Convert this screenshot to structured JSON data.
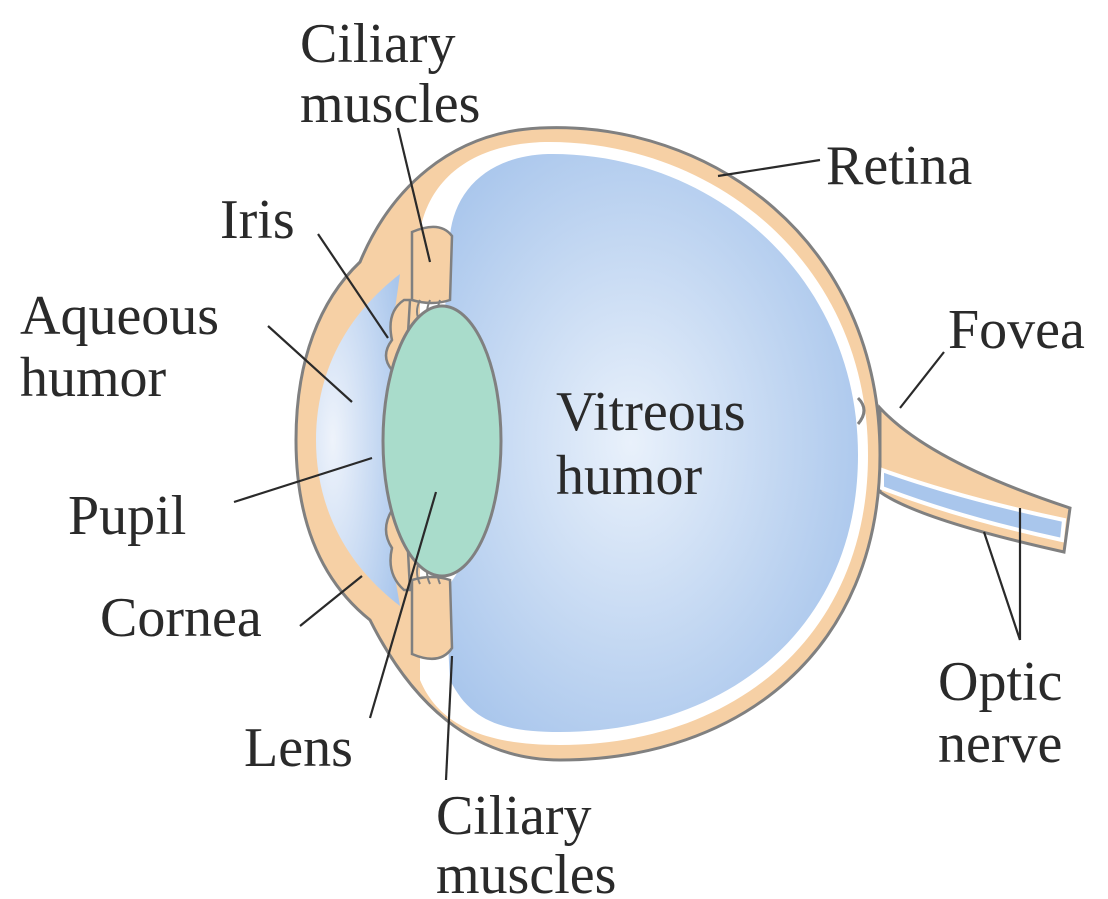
{
  "colors": {
    "sclera": "#f6d0a5",
    "sclera_outline": "#808080",
    "vitreous": "#a9c6ec",
    "vitreous_center": "#e9f1fb",
    "lens": "#a9dccb",
    "text": "#2a2a2a"
  },
  "labels": {
    "ciliary_top_line1": "Ciliary",
    "ciliary_top_line2": "muscles",
    "retina": "Retina",
    "iris": "Iris",
    "aqueous_line1": "Aqueous",
    "aqueous_line2": "humor",
    "fovea": "Fovea",
    "vitreous_line1": "Vitreous",
    "vitreous_line2": "humor",
    "pupil": "Pupil",
    "cornea": "Cornea",
    "optic_line1": "Optic",
    "optic_line2": "nerve",
    "lens": "Lens",
    "ciliary_bottom_line1": "Ciliary",
    "ciliary_bottom_line2": "muscles"
  }
}
